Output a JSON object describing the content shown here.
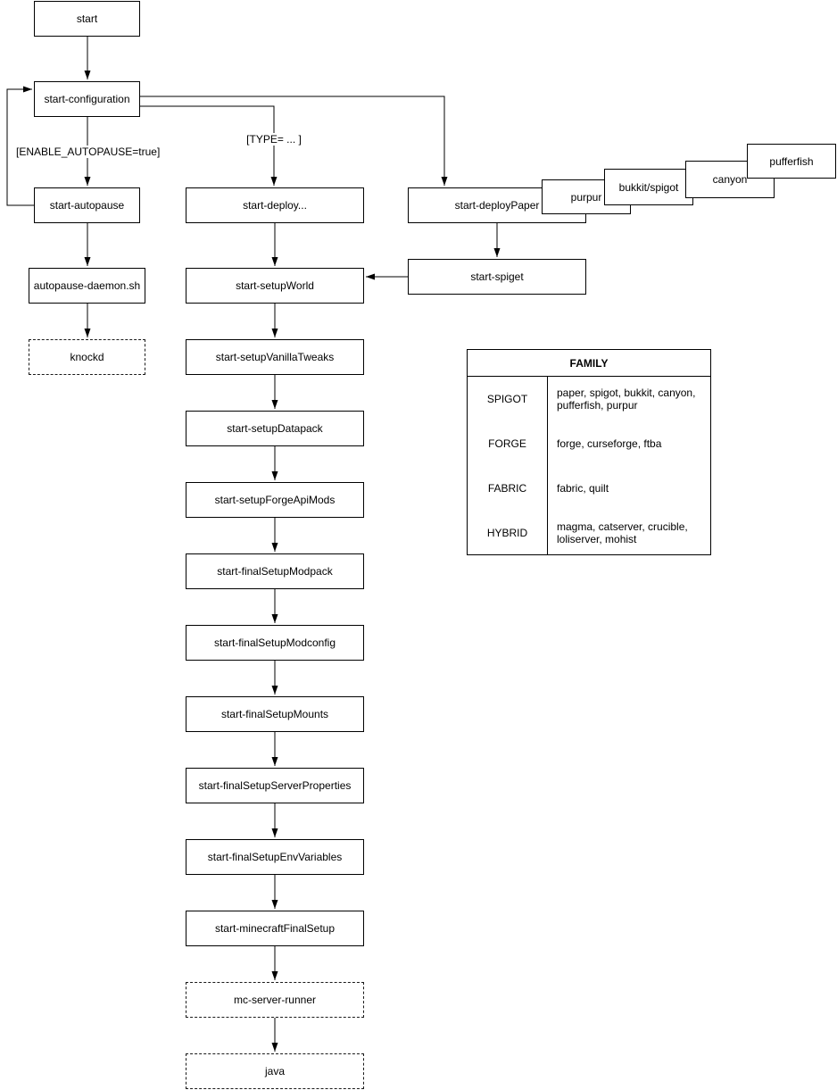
{
  "diagram": {
    "nodes": {
      "start": {
        "label": "start"
      },
      "configuration": {
        "label": "start-configuration"
      },
      "autopause": {
        "label": "start-autopause"
      },
      "autopause_daemon": {
        "label": "autopause-daemon.sh"
      },
      "knockd": {
        "label": "knockd"
      },
      "deploy": {
        "label": "start-deploy..."
      },
      "setup_world": {
        "label": "start-setupWorld"
      },
      "setup_vanilla_tweaks": {
        "label": "start-setupVanillaTweaks"
      },
      "setup_datapack": {
        "label": "start-setupDatapack"
      },
      "setup_forge_api_mods": {
        "label": "start-setupForgeApiMods"
      },
      "final_setup_modpack": {
        "label": "start-finalSetupModpack"
      },
      "final_setup_modconfig": {
        "label": "start-finalSetupModconfig"
      },
      "final_setup_mounts": {
        "label": "start-finalSetupMounts"
      },
      "final_setup_server_properties": {
        "label": "start-finalSetupServerProperties"
      },
      "final_setup_env_variables": {
        "label": "start-finalSetupEnvVariables"
      },
      "minecraft_final_setup": {
        "label": "start-minecraftFinalSetup"
      },
      "mc_server_runner": {
        "label": "mc-server-runner"
      },
      "java": {
        "label": "java"
      },
      "deploy_paper": {
        "label": "start-deployPaper"
      },
      "purpur": {
        "label": "purpur"
      },
      "bukkit_spigot": {
        "label": "bukkit/spigot"
      },
      "canyon": {
        "label": "canyon"
      },
      "pufferfish": {
        "label": "pufferfish"
      },
      "spiget": {
        "label": "start-spiget"
      }
    },
    "edge_labels": {
      "enable_autopause": "[ENABLE_AUTOPAUSE=true]",
      "type": "[TYPE= ... ]"
    },
    "colors": {
      "line": "#000000",
      "background": "#ffffff"
    }
  },
  "family_table": {
    "title": "FAMILY",
    "rows": [
      {
        "family": "SPIGOT",
        "members": "paper, spigot, bukkit, canyon, pufferfish, purpur"
      },
      {
        "family": "FORGE",
        "members": "forge, curseforge, ftba"
      },
      {
        "family": "FABRIC",
        "members": "fabric, quilt"
      },
      {
        "family": "HYBRID",
        "members": "magma, catserver, crucible, loliserver, mohist"
      }
    ]
  }
}
